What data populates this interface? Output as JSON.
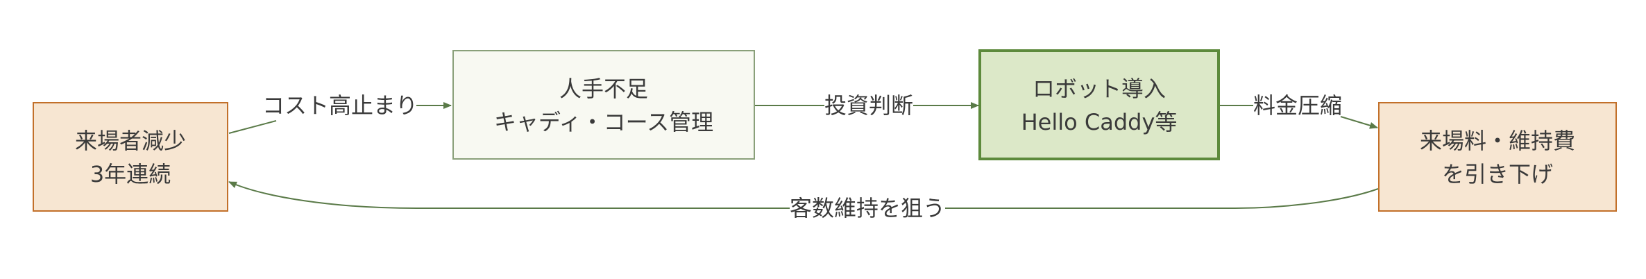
{
  "colors": {
    "warm_fill": "#f7e6d2",
    "warm_stroke": "#c2702a",
    "pale_fill": "#f8f9f2",
    "pale_stroke": "#8aa07a",
    "green_fill": "#dce8c8",
    "green_stroke": "#5d8a3c",
    "edge": "#5a7a48",
    "text": "#3a3a3a"
  },
  "nodes": {
    "visitors_decline": {
      "line1": "来場者減少",
      "line2": "3年連続"
    },
    "labor_shortage": {
      "line1": "人手不足",
      "line2": "キャディ・コース管理"
    },
    "robot_adoption": {
      "line1": "ロボット導入",
      "line2": "Hello Caddy等"
    },
    "fee_reduction": {
      "line1": "来場料・維持費",
      "line2": "を引き下げ"
    }
  },
  "edges": {
    "cost_rise": "コスト高止まり",
    "investment": "投資判断",
    "fee_compression": "料金圧縮",
    "customer_retention": "客数維持を狙う"
  }
}
